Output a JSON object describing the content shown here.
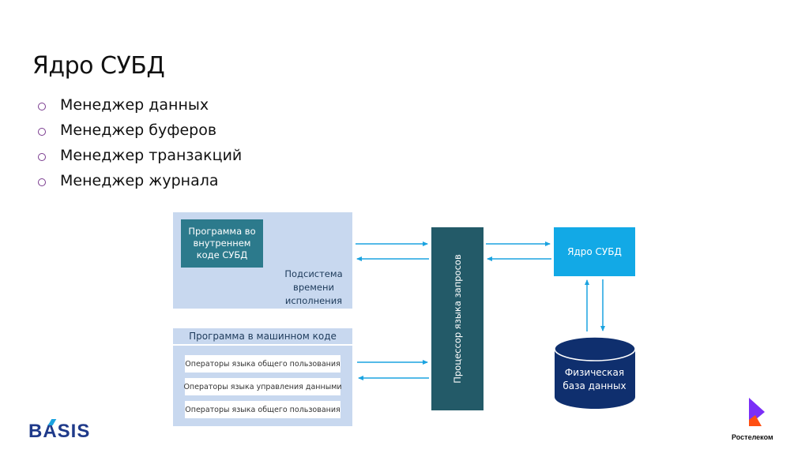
{
  "slide": {
    "title": "Ядро СУБД",
    "bullets": [
      "Менеджер данных",
      "Менеджер буферов",
      "Менеджер транзакций",
      "Менеджер журнала"
    ]
  },
  "diagram": {
    "runtime_subsystem": {
      "inner_program": "Программа во внутреннем коде СУБД",
      "label": "Подсистема времени исполнения"
    },
    "machine_code": {
      "header": "Программа в машинном коде",
      "operators": [
        "Операторы языка общего пользования",
        "Операторы языка управления данными",
        "Операторы языка общего пользования"
      ]
    },
    "query_processor": "Процессор языка запросов",
    "dbms_core": "Ядро СУБД",
    "physical_db": "Физическая база данных",
    "colors": {
      "runtime_panel": "#c8d8ef",
      "inner_program": "#2c7a8c",
      "processor": "#235a68",
      "core": "#12a9e6",
      "database": "#0f2f6e",
      "arrows": "#1ba3e0"
    }
  },
  "logos": {
    "left": "BASIS",
    "right": "Ростелеком"
  }
}
